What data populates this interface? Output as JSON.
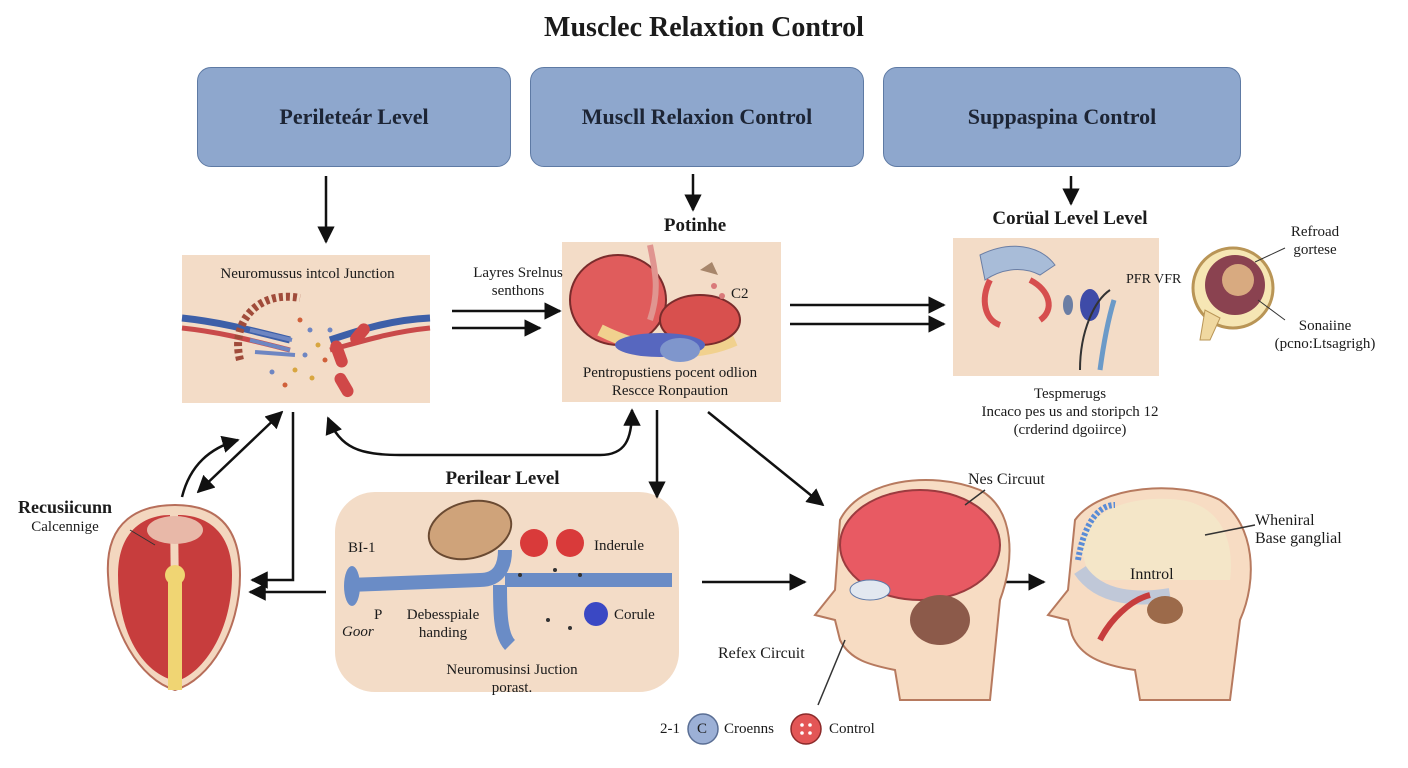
{
  "title": "Musclec Relaxtion Control",
  "headers": {
    "left": "Perileteár Level",
    "middle": "Muscll Relaxion Control",
    "right": "Suppaspina Control"
  },
  "nmj_panel": {
    "label": "Neuromussus intcol Junction"
  },
  "left_mid_label": {
    "line1": "Layres Srelnus",
    "line2": "senthons"
  },
  "pontine": {
    "title": "Potinhe",
    "c2": "C2",
    "caption_line1": "Pentropustiens pocent odlion",
    "caption_line2": "Rescce Ronpaution"
  },
  "cortical": {
    "title": "Corüal Level Level",
    "pfr": "PFR VFR",
    "note_line1": "Tespmerugs",
    "note_line2": "Incaco pes us and storipch 12",
    "note_line3": "(crderind dgoiirce)"
  },
  "refroad": {
    "line1": "Refroad",
    "line2": "gortese",
    "sonoire": "Sonaiine",
    "parens": "(pcno:Ltsagrigh)"
  },
  "recusiicunn": {
    "line1": "Recusiicunn",
    "line2": "Calcennige"
  },
  "perilear": {
    "title": "Perilear Level",
    "bl1": "BI-1",
    "p": "P",
    "goor": "Goor",
    "deb_line1": "Debesspiale",
    "deb_line2": "handing",
    "inderule": "Inderule",
    "corule": "Corule",
    "nj_line1": "Neuromusinsi Juction",
    "nj_line2": "porast."
  },
  "brain": {
    "nes": "Nes Circuut",
    "reflex": "Refex Circuit",
    "wheniral": "Wheniral",
    "basal": "Base ganglial",
    "introl": "Inntrol"
  },
  "legend": {
    "num": "2-1",
    "c_symbol": "C",
    "crocnns": "Croenns",
    "control": "Control"
  }
}
